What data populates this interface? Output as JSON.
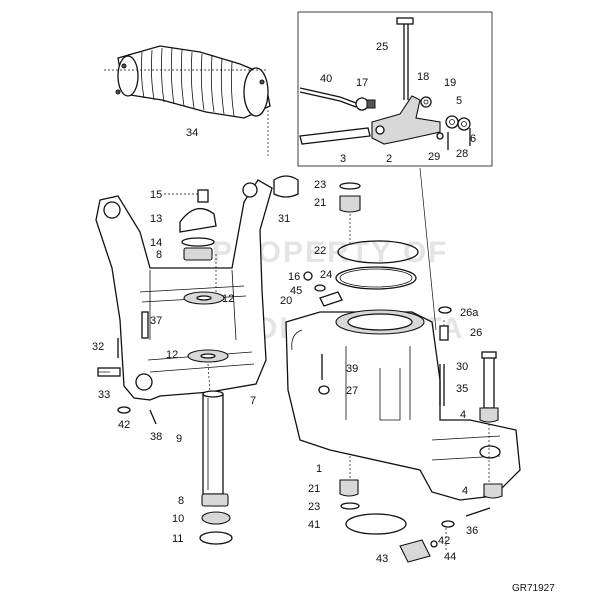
{
  "drawing_code": "GR71927",
  "watermark": {
    "line1": "PROPERTY OF",
    "line2": "VOLVO PENTA"
  },
  "callouts": {
    "c1": "1",
    "c2": "2",
    "c3": "3",
    "c4a": "4",
    "c4b": "4",
    "c5": "5",
    "c6": "6",
    "c7": "7",
    "c8a": "8",
    "c8b": "8",
    "c9": "9",
    "c10": "10",
    "c11": "11",
    "c12a": "12",
    "c12b": "12",
    "c13": "13",
    "c14": "14",
    "c15": "15",
    "c16": "16",
    "c17": "17",
    "c18": "18",
    "c19": "19",
    "c20": "20",
    "c21a": "21",
    "c21b": "21",
    "c22": "22",
    "c23a": "23",
    "c23b": "23",
    "c24": "24",
    "c25": "25",
    "c26": "26",
    "c26a": "26a",
    "c27": "27",
    "c28": "28",
    "c29": "29",
    "c30": "30",
    "c31": "31",
    "c32": "32",
    "c33": "33",
    "c34": "34",
    "c35": "35",
    "c36": "36",
    "c37": "37",
    "c38": "38",
    "c39": "39",
    "c40": "40",
    "c41": "41",
    "c42a": "42",
    "c42b": "42",
    "c43": "43",
    "c44": "44",
    "c45": "45"
  }
}
